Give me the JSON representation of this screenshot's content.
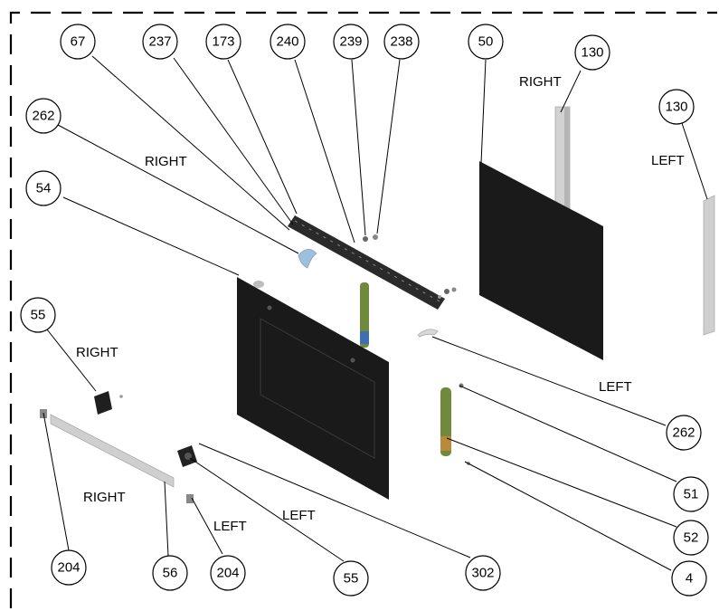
{
  "colors": {
    "panel_black": "#1a1a1a",
    "frame_grey": "#c8c8c8",
    "rod_green": "#6f8a3a",
    "accent_blue": "#9fc0dd"
  },
  "callouts": {
    "c67": "67",
    "c237": "237",
    "c173": "173",
    "c240": "240",
    "c239": "239",
    "c238": "238",
    "c50": "50",
    "c130_right": "130",
    "c130_left": "130",
    "c262_top": "262",
    "c54": "54",
    "c55_top": "55",
    "c262_bottom": "262",
    "c51": "51",
    "c52": "52",
    "c4": "4",
    "c204_left": "204",
    "c56": "56",
    "c204_right": "204",
    "c55_bottom": "55",
    "c302": "302"
  },
  "labels": {
    "right_130": "RIGHT",
    "left_130": "LEFT",
    "right_262": "RIGHT",
    "right_55": "RIGHT",
    "left_262": "LEFT",
    "right_56": "RIGHT",
    "left_204": "LEFT",
    "left_55": "LEFT"
  }
}
